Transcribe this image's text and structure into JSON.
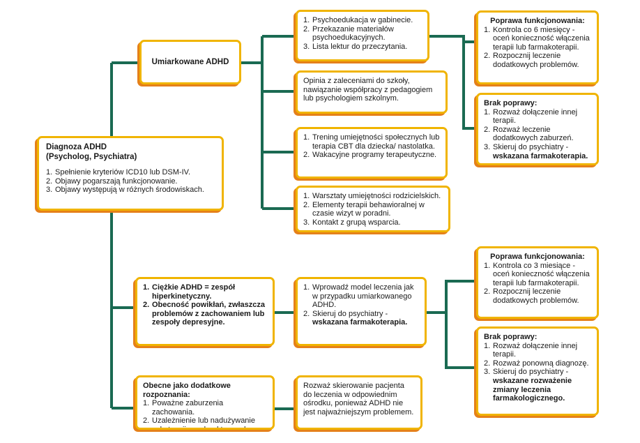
{
  "colors": {
    "line": "#1a6a52",
    "border": "#f0b400",
    "shadow": "#e5801a"
  },
  "root": {
    "title": "Diagnoza ADHD",
    "subtitle": "(Psycholog, Psychiatra)",
    "items": [
      "Spełnienie kryteriów ICD10 lub DSM-IV.",
      "Objawy pogarszają funkcjonowanie.",
      "Objawy występują w różnych środowiskach."
    ]
  },
  "moderate": {
    "title": "Umiarkowane ADHD",
    "box1": [
      "Psychoedukacja w gabinecie.",
      "Przekazanie materiałów psychoedukacyjnych.",
      "Lista lektur do przeczytania."
    ],
    "box2": "Opinia z zaleceniami do szkoły, nawiązanie współpracy z pedagogiem lub psychologiem szkolnym.",
    "box3": [
      "Trening umiejętności społecznych lub terapia CBT dla dziecka/ nastolatka.",
      "Wakacyjne programy terapeutyczne."
    ],
    "box4": [
      "Warsztaty umiejętności rodzicielskich.",
      "Elementy terapii behawioralnej w czasie wizyt w poradni.",
      "Kontakt z grupą wsparcia."
    ],
    "improve": {
      "title": "Poprawa funkcjonowania:",
      "items": [
        "Kontrola co 6 miesięcy - oceń konieczność włączenia terapii lub farmakoterapii.",
        "Rozpocznij leczenie dodatkowych problemów."
      ]
    },
    "noimprove": {
      "title": "Brak poprawy:",
      "items": [
        "Rozważ dołączenie innej terapii.",
        "Rozważ leczenie dodatkowych zaburzeń."
      ],
      "item3_plain": "Skieruj do psychiatry -",
      "item3_bold": "wskazana farmakoterapia"
    }
  },
  "severe": {
    "items": [
      "Ciężkie ADHD = zespół hiperkinetyczny.",
      "Obecność powikłań, zwłaszcza problemów z zachowaniem lub zespoły depresyjne."
    ],
    "mid": {
      "item1": "Wprowadź model leczenia jak w przypadku umiarkowanego ADHD.",
      "item2_plain": "Skieruj do psychiatry -",
      "item2_bold": "wskazana farmakoterapia"
    },
    "improve": {
      "title": "Poprawa funkcjonowania:",
      "items": [
        "Kontrola co 3 miesiące - oceń konieczność włączenia terapii lub farmakoterapii.",
        "Rozpocznij leczenie dodatkowych problemów."
      ]
    },
    "noimprove": {
      "title": "Brak poprawy:",
      "items": [
        "Rozważ dołączenie innej terapii.",
        "Rozważ ponowną diagnozę."
      ],
      "item3_plain": "Skieruj do psychiatry -",
      "item3_bold": "wskazane rozważenie zmiany leczenia farmakologicznego."
    }
  },
  "comorbid": {
    "title": "Obecne jako dodatkowe rozpoznania:",
    "items": [
      "Poważne zaburzenia zachowania.",
      "Uzależnienie lub nadużywanie substancji psychoaktywnych."
    ],
    "action": "Rozważ skierowanie pacjenta do leczenia w odpowiednim ośrodku, ponieważ ADHD nie jest najważniejszym problemem."
  }
}
